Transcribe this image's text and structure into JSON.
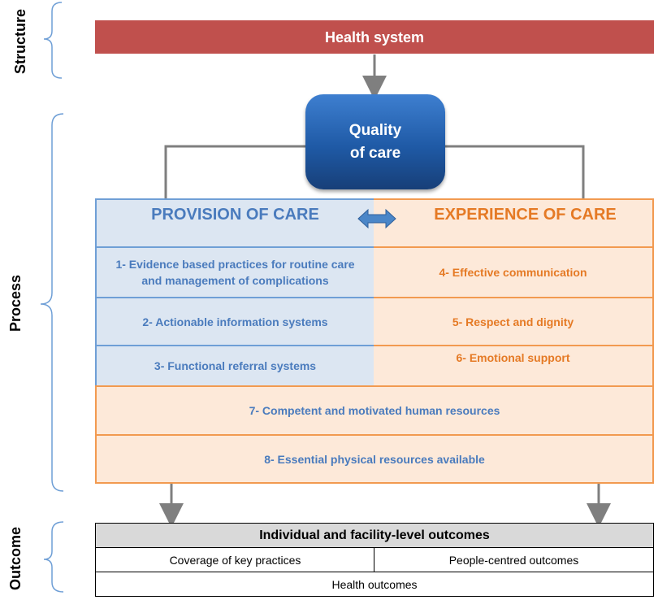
{
  "side_labels": {
    "structure": "Structure",
    "process": "Process",
    "outcome": "Outcome"
  },
  "health_system": "Health system",
  "quality_of_care": "Quality\nof care",
  "provision": {
    "title": "PROVISION OF CARE",
    "items": [
      "1- Evidence based practices for routine care and management of complications",
      "2- Actionable information systems",
      "3- Functional  referral systems"
    ]
  },
  "experience": {
    "title": "EXPERIENCE OF CARE",
    "items": [
      "4- Effective communication",
      "5- Respect and dignity",
      "6- Emotional support"
    ]
  },
  "shared": {
    "items": [
      "7- Competent and motivated human resources",
      "8- Essential physical resources available"
    ]
  },
  "outcomes": {
    "header": "Individual and facility-level outcomes",
    "coverage": "Coverage of key practices",
    "people_centred": "People-centred outcomes",
    "health": "Health outcomes"
  },
  "colors": {
    "health_system_bar": "#c0504d",
    "quality_box": "#1f5aa6",
    "provision_border": "#6f9fd6",
    "experience_border": "#f29a50",
    "bracket": "#6f9fd6",
    "arrow": "#7f7f7f"
  }
}
